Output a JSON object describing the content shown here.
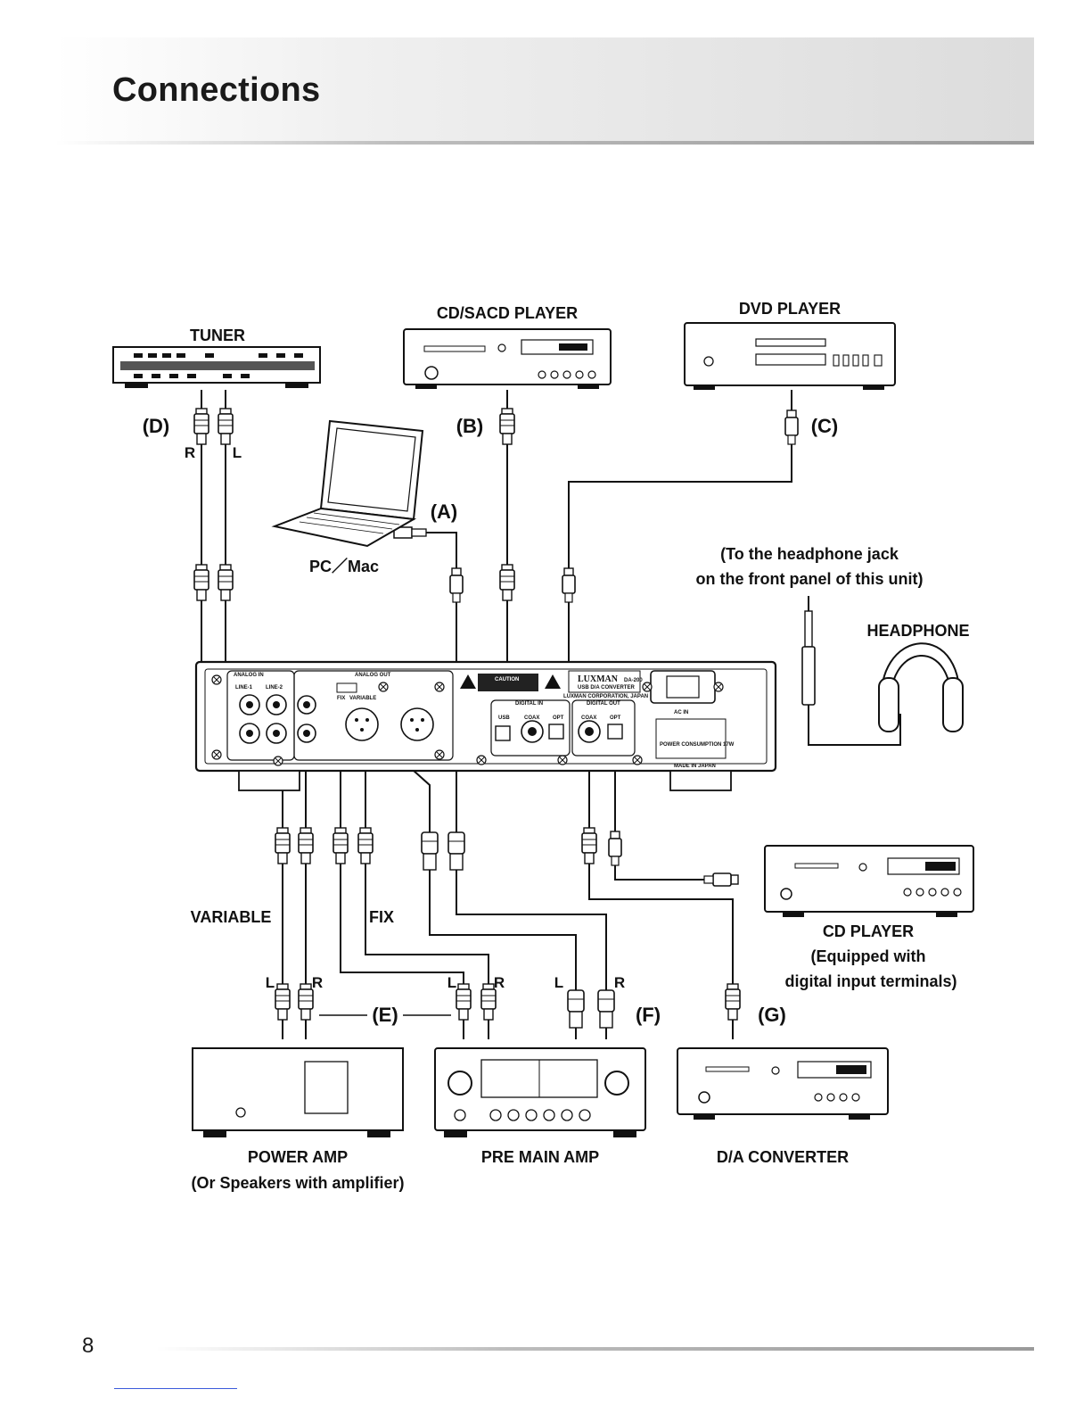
{
  "page": {
    "title": "Connections",
    "page_number": "8"
  },
  "devices": {
    "tuner": "TUNER",
    "cd_sacd_player": "CD/SACD PLAYER",
    "dvd_player": "DVD PLAYER",
    "pc_mac": "PC／Mac",
    "headphone": "HEADPHONE",
    "headphone_note_line1": "(To the headphone jack",
    "headphone_note_line2": "on the front panel of this unit)",
    "cd_player": "CD PLAYER",
    "cd_player_note_line1": "(Equipped with",
    "cd_player_note_line2": "digital input terminals)",
    "power_amp": "POWER AMP",
    "power_amp_note": "(Or Speakers with amplifier)",
    "pre_main_amp": "PRE MAIN AMP",
    "da_converter": "D/A CONVERTER"
  },
  "connection_tags": {
    "a": "(A)",
    "b": "(B)",
    "c": "(C)",
    "d": "(D)",
    "e": "(E)",
    "f": "(F)",
    "g": "(G)"
  },
  "output_labels": {
    "variable": "VARIABLE",
    "fix": "FIX"
  },
  "channels": {
    "left": "L",
    "right": "R"
  },
  "rear_panel": {
    "analog_in": "ANALOG IN",
    "analog_out": "ANALOG OUT",
    "line1": "LINE-1",
    "line2": "LINE-2",
    "fix_sw": "FIX",
    "variable_sw": "VARIABLE",
    "caution": "CAUTION",
    "brand": "LUXMAN",
    "model": "DA-200",
    "subtitle": "USB D/A CONVERTER",
    "maker": "LUXMAN CORPORATION, JAPAN",
    "digital_in": "DIGITAL IN",
    "digital_out": "DIGITAL OUT",
    "usb": "USB",
    "coax": "COAX",
    "opt": "OPT",
    "ac_in": "AC IN",
    "power_consumption": "POWER CONSUMPTION 17W",
    "made_in": "MADE IN JAPAN"
  }
}
